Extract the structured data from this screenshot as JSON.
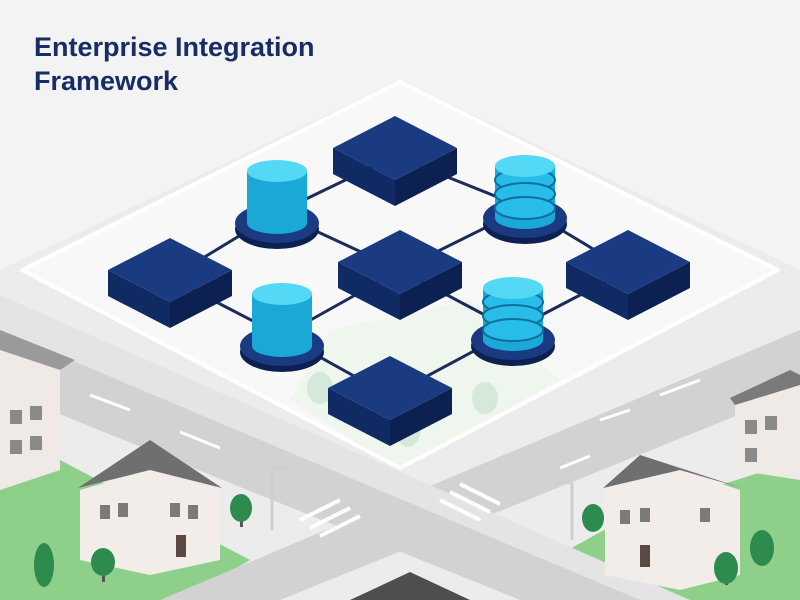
{
  "title": {
    "line1": "Enterprise Integration",
    "line2": "Framework"
  },
  "colors": {
    "background": "#f3f3f3",
    "title": "#182c66",
    "node_dark": "#1a3a82",
    "database_cyan": "#28c4ec",
    "road": "#d0d0d0",
    "grass": "#8ed08a",
    "platform": "#ffffff"
  },
  "diagram": {
    "nodes": [
      {
        "id": "box-top",
        "type": "block"
      },
      {
        "id": "db-left-top",
        "type": "database"
      },
      {
        "id": "db-right-top",
        "type": "database"
      },
      {
        "id": "box-left",
        "type": "block"
      },
      {
        "id": "box-center",
        "type": "block"
      },
      {
        "id": "box-right",
        "type": "block"
      },
      {
        "id": "db-left-bottom",
        "type": "database"
      },
      {
        "id": "db-right-bottom",
        "type": "database"
      },
      {
        "id": "box-bottom",
        "type": "block"
      }
    ],
    "edges": [
      [
        "db-left-top",
        "box-top"
      ],
      [
        "box-top",
        "db-right-top"
      ],
      [
        "box-left",
        "db-left-top"
      ],
      [
        "db-left-top",
        "box-center"
      ],
      [
        "box-center",
        "db-right-top"
      ],
      [
        "db-right-top",
        "box-right"
      ],
      [
        "box-left",
        "db-left-bottom"
      ],
      [
        "db-left-bottom",
        "box-center"
      ],
      [
        "box-center",
        "db-right-bottom"
      ],
      [
        "db-right-bottom",
        "box-right"
      ],
      [
        "db-left-bottom",
        "box-bottom"
      ],
      [
        "box-bottom",
        "db-right-bottom"
      ]
    ]
  }
}
